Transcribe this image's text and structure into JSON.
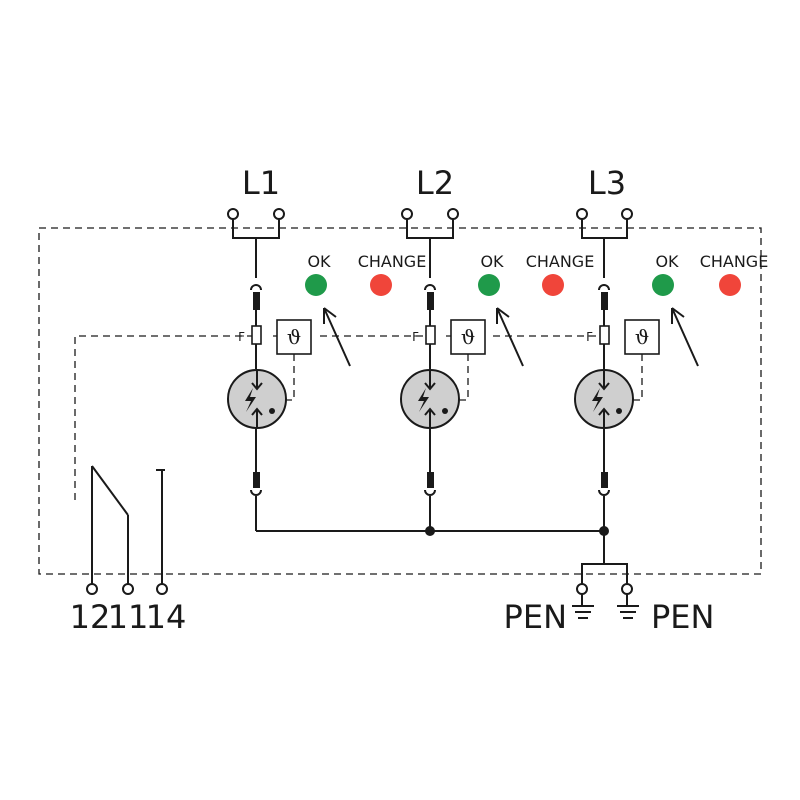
{
  "phases": [
    {
      "label": "L1",
      "ok_label": "OK",
      "change_label": "CHANGE",
      "fuse_label": "F",
      "thermal_symbol": "ϑ"
    },
    {
      "label": "L2",
      "ok_label": "OK",
      "change_label": "CHANGE",
      "fuse_label": "F",
      "thermal_symbol": "ϑ"
    },
    {
      "label": "L3",
      "ok_label": "OK",
      "change_label": "CHANGE",
      "fuse_label": "F",
      "thermal_symbol": "ϑ"
    }
  ],
  "contact_terminals": [
    "12",
    "11",
    "14"
  ],
  "pen_terminals": [
    "PEN",
    "PEN"
  ],
  "colors": {
    "ok_indicator": "#1f9a4a",
    "change_indicator": "#f0453a",
    "arrester_fill": "#cfcfcf",
    "line": "#1a1a1a"
  }
}
